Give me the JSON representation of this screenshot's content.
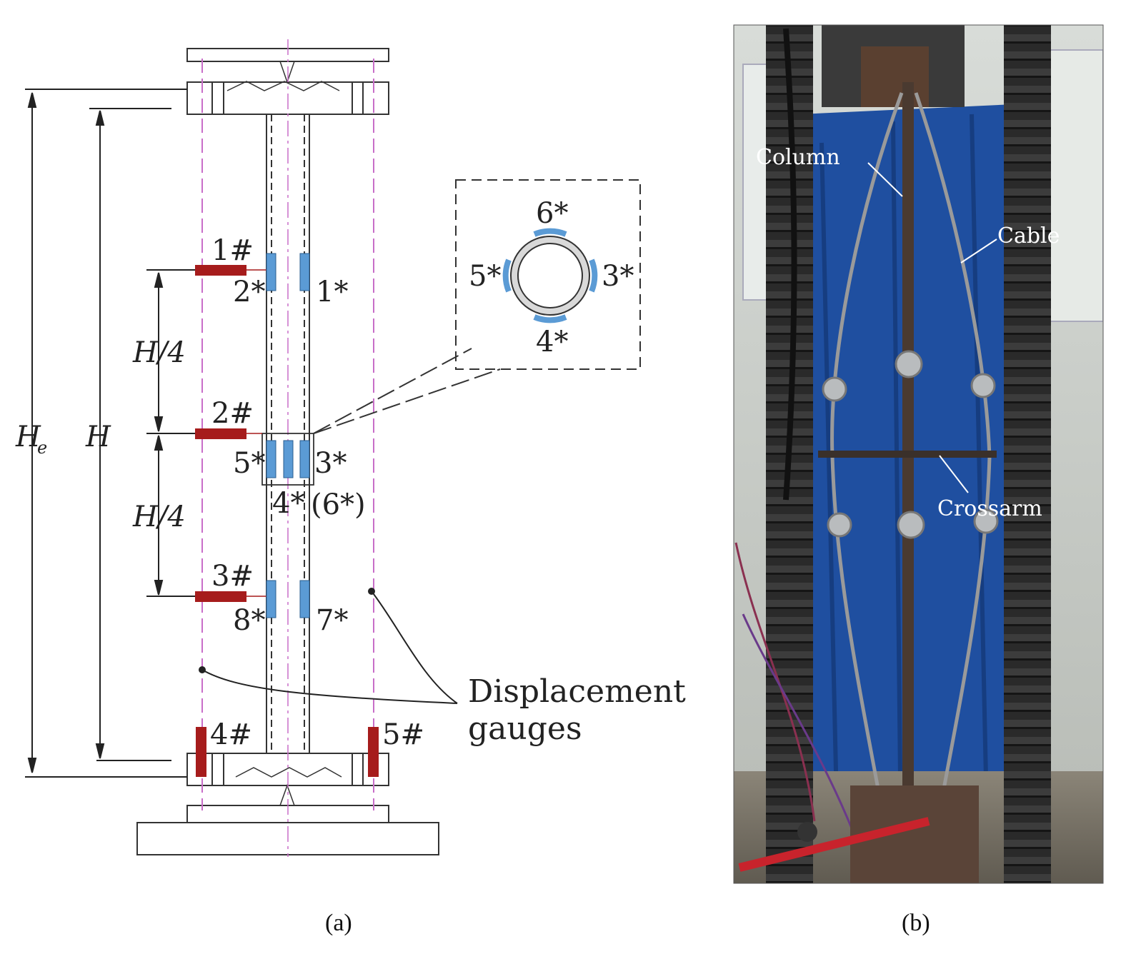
{
  "panel_a": {
    "caption": "(a)",
    "dimension_labels": {
      "he": "H",
      "he_sub": "e",
      "h": "H",
      "h_quarter_upper": "H/4",
      "h_quarter_lower": "H/4"
    },
    "displacement_gauges": [
      "1#",
      "2#",
      "3#",
      "4#",
      "5#"
    ],
    "strain_gauges": {
      "left_upper": "2*",
      "right_upper": "1*",
      "mid_left": "5*",
      "mid_right": "3*",
      "mid_bottom": "4*",
      "mid_bottom_paren": "(6*)",
      "left_lower": "8*",
      "right_lower": "7*"
    },
    "inset_labels": {
      "top": "6*",
      "left": "5*",
      "right": "3*",
      "bottom": "4*"
    },
    "callout_line1": "Displacement",
    "callout_line2": "gauges",
    "colors": {
      "displacement_gauge": "#a61c1c",
      "strain_gauge": "#5b9bd5",
      "guide_line": "#c86ec8",
      "drawing": "#333333"
    }
  },
  "panel_b": {
    "caption": "(b)",
    "labels": {
      "column": "Column",
      "cable": "Cable",
      "crossarm": "Crossarm"
    },
    "colors": {
      "backdrop": "#1f4fa0",
      "frame_column": "#2a2a2a",
      "floor": "#7a7468"
    }
  }
}
